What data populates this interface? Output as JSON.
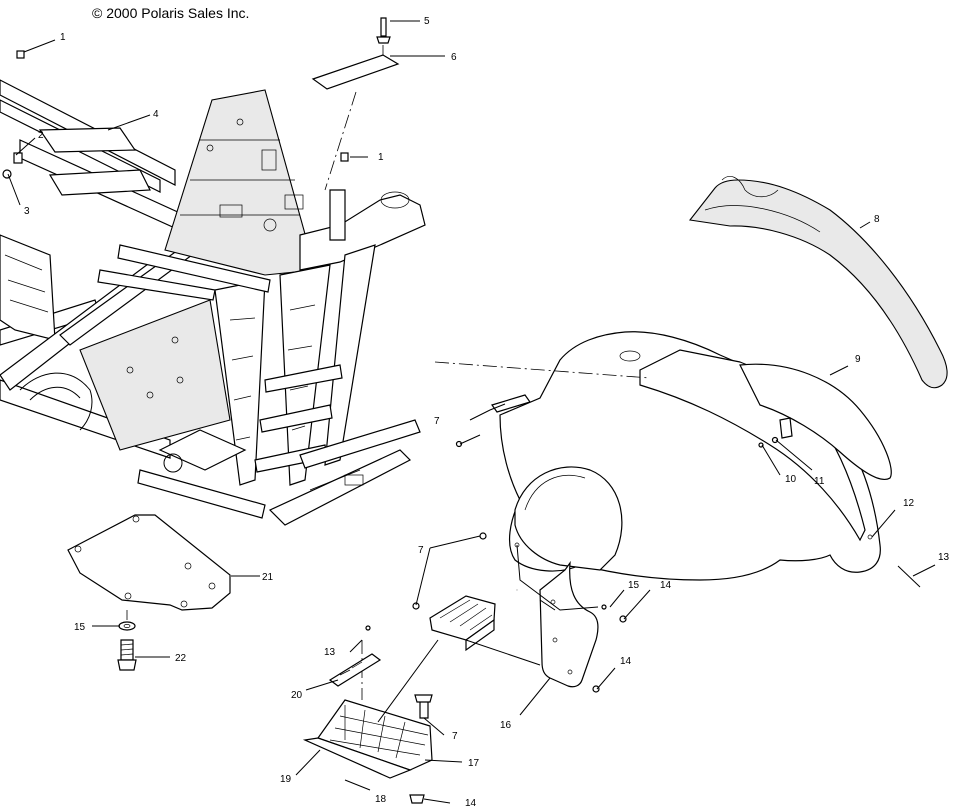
{
  "copyright": "© 2000 Polaris Sales Inc.",
  "callouts": {
    "c1a": "1",
    "c1b": "1",
    "c2": "2",
    "c3": "3",
    "c4": "4",
    "c5": "5",
    "c6": "6",
    "c7a": "7",
    "c7b": "7",
    "c7c": "7",
    "c8": "8",
    "c9": "9",
    "c10": "10",
    "c11": "11",
    "c12": "12",
    "c13a": "13",
    "c13b": "13",
    "c14a": "14",
    "c14b": "14",
    "c14c": "14",
    "c15a": "15",
    "c15b": "15",
    "c16": "16",
    "c17": "17",
    "c18": "18",
    "c19": "19",
    "c20": "20",
    "c21": "21",
    "c22": "22"
  }
}
